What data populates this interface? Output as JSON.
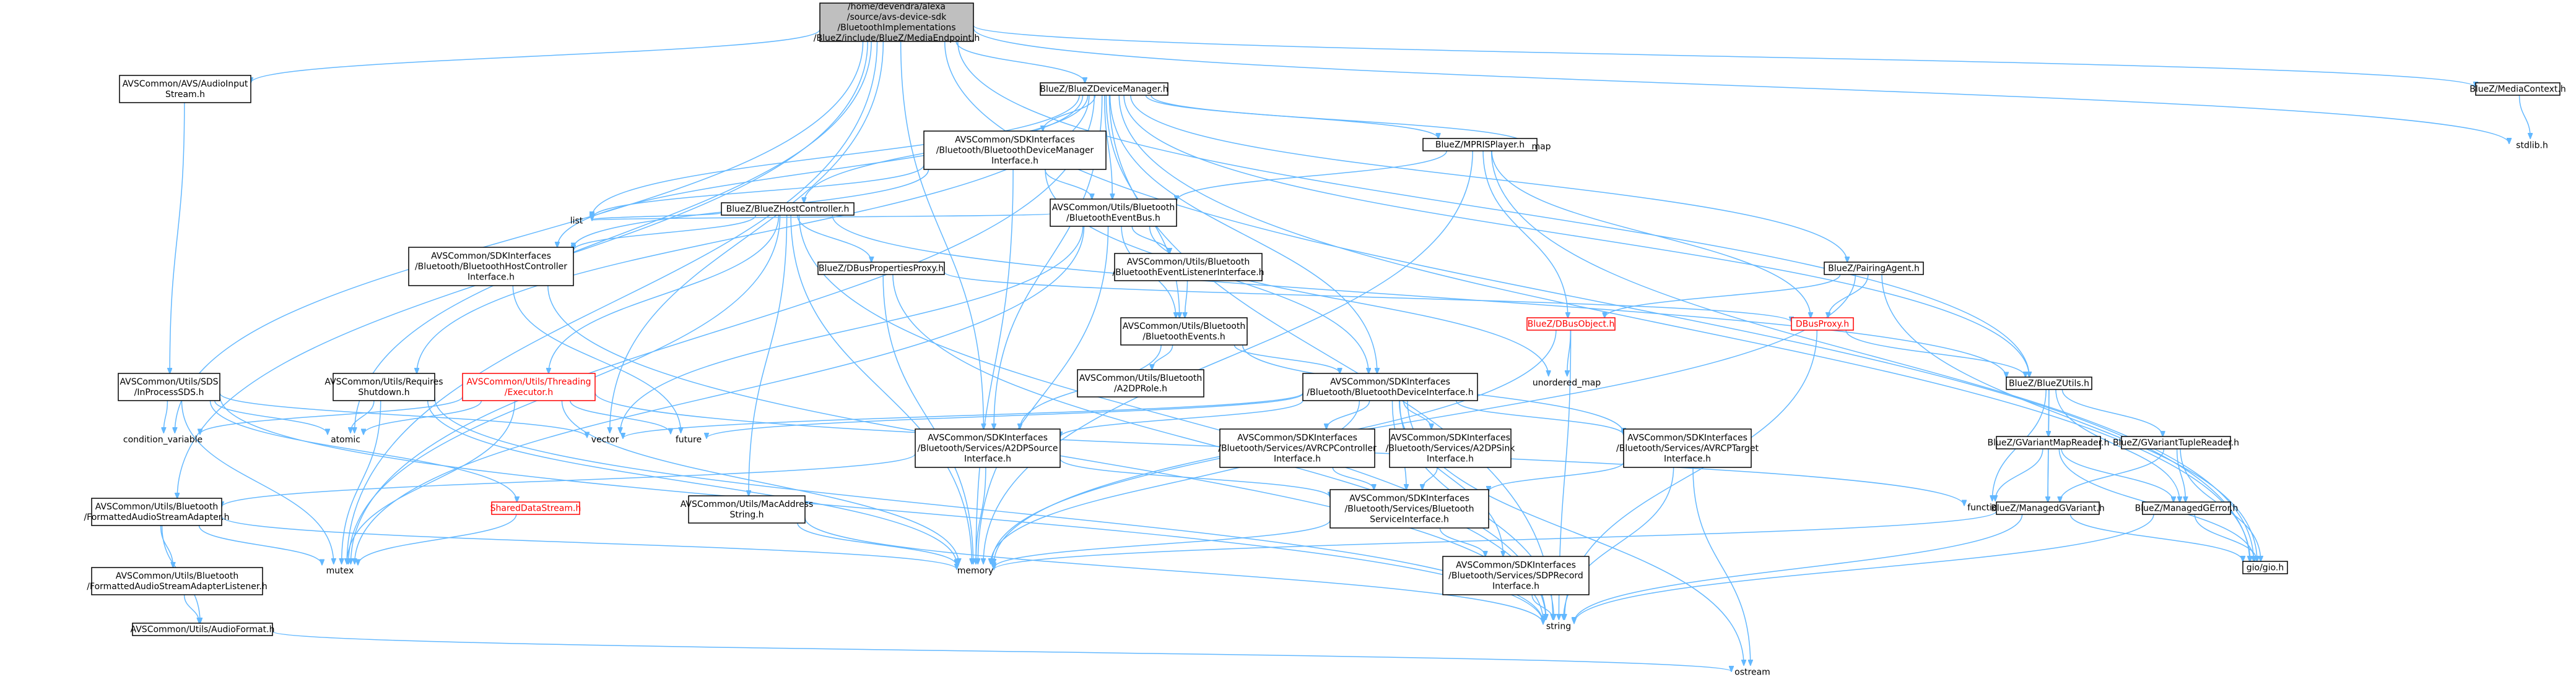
{
  "diagram_title": "",
  "nodes": [
    {
      "id": "root",
      "style": "root",
      "lines": [
        "/home/devendra/alexa",
        "/source/avs-device-sdk",
        "/BluetoothImplementations",
        "/BlueZ/include/BlueZ/MediaEndpoint.h"
      ]
    },
    {
      "id": "audioinput",
      "style": "plain",
      "lines": [
        "AVSCommon/AVS/AudioInput",
        "Stream.h"
      ]
    },
    {
      "id": "devmgr",
      "style": "plain",
      "lines": [
        "BlueZ/BlueZDeviceManager.h"
      ]
    },
    {
      "id": "mediactx",
      "style": "plain",
      "lines": [
        "BlueZ/MediaContext.h"
      ]
    },
    {
      "id": "stdlib",
      "style": "bare",
      "lines": [
        "stdlib.h"
      ]
    },
    {
      "id": "btdevmgr",
      "style": "plain",
      "lines": [
        "AVSCommon/SDKInterfaces",
        "/Bluetooth/BluetoothDeviceManager",
        "Interface.h"
      ]
    },
    {
      "id": "mpris",
      "style": "plain",
      "lines": [
        "BlueZ/MPRISPlayer.h"
      ]
    },
    {
      "id": "map",
      "style": "bare",
      "lines": [
        "map"
      ]
    },
    {
      "id": "hostctrl",
      "style": "plain",
      "lines": [
        "BlueZ/BlueZHostController.h"
      ]
    },
    {
      "id": "eventbus",
      "style": "plain",
      "lines": [
        "AVSCommon/Utils/Bluetooth",
        "/BluetoothEventBus.h"
      ]
    },
    {
      "id": "sdkhost",
      "style": "plain",
      "lines": [
        "AVSCommon/SDKInterfaces",
        "/Bluetooth/BluetoothHostController",
        "Interface.h"
      ]
    },
    {
      "id": "list",
      "style": "bare",
      "lines": [
        "list"
      ]
    },
    {
      "id": "dbusprop",
      "style": "plain",
      "lines": [
        "BlueZ/DBusPropertiesProxy.h"
      ]
    },
    {
      "id": "evlistener",
      "style": "plain",
      "lines": [
        "AVSCommon/Utils/Bluetooth",
        "/BluetoothEventListenerInterface.h"
      ]
    },
    {
      "id": "pairing",
      "style": "plain",
      "lines": [
        "BlueZ/PairingAgent.h"
      ]
    },
    {
      "id": "btevents",
      "style": "plain",
      "lines": [
        "AVSCommon/Utils/Bluetooth",
        "/BluetoothEvents.h"
      ]
    },
    {
      "id": "dbusobj",
      "style": "red",
      "lines": [
        "BlueZ/DBusObject.h"
      ]
    },
    {
      "id": "dbusproxy",
      "style": "red",
      "lines": [
        "DBusProxy.h"
      ]
    },
    {
      "id": "sds",
      "style": "plain",
      "lines": [
        "AVSCommon/Utils/SDS",
        "/InProcessSDS.h"
      ]
    },
    {
      "id": "reqshut",
      "style": "plain",
      "lines": [
        "AVSCommon/Utils/Requires",
        "Shutdown.h"
      ]
    },
    {
      "id": "executor",
      "style": "red",
      "lines": [
        "AVSCommon/Utils/Threading",
        "/Executor.h"
      ]
    },
    {
      "id": "a2dprole",
      "style": "plain",
      "lines": [
        "AVSCommon/Utils/Bluetooth",
        "/A2DPRole.h"
      ]
    },
    {
      "id": "btdevif",
      "style": "plain",
      "lines": [
        "AVSCommon/SDKInterfaces",
        "/Bluetooth/BluetoothDeviceInterface.h"
      ]
    },
    {
      "id": "unordered",
      "style": "bare",
      "lines": [
        "unordered_map"
      ]
    },
    {
      "id": "bluezutils",
      "style": "plain",
      "lines": [
        "BlueZ/BlueZUtils.h"
      ]
    },
    {
      "id": "condvar",
      "style": "bare",
      "lines": [
        "condition_variable"
      ]
    },
    {
      "id": "atomic",
      "style": "bare",
      "lines": [
        "atomic"
      ]
    },
    {
      "id": "vector",
      "style": "bare",
      "lines": [
        "vector"
      ]
    },
    {
      "id": "future",
      "style": "bare",
      "lines": [
        "future"
      ]
    },
    {
      "id": "a2dpsrc",
      "style": "plain",
      "lines": [
        "AVSCommon/SDKInterfaces",
        "/Bluetooth/Services/A2DPSource",
        "Interface.h"
      ]
    },
    {
      "id": "avrcpctl",
      "style": "plain",
      "lines": [
        "AVSCommon/SDKInterfaces",
        "/Bluetooth/Services/AVRCPController",
        "Interface.h"
      ]
    },
    {
      "id": "a2dpsink",
      "style": "plain",
      "lines": [
        "AVSCommon/SDKInterfaces",
        "/Bluetooth/Services/A2DPSink",
        "Interface.h"
      ]
    },
    {
      "id": "avrcptgt",
      "style": "plain",
      "lines": [
        "AVSCommon/SDKInterfaces",
        "/Bluetooth/Services/AVRCPTarget",
        "Interface.h"
      ]
    },
    {
      "id": "gvmap",
      "style": "plain",
      "lines": [
        "BlueZ/GVariantMapReader.h"
      ]
    },
    {
      "id": "gvtuple",
      "style": "plain",
      "lines": [
        "BlueZ/GVariantTupleReader.h"
      ]
    },
    {
      "id": "functional",
      "style": "bare",
      "lines": [
        "functional"
      ]
    },
    {
      "id": "fmtadapter",
      "style": "plain",
      "lines": [
        "AVSCommon/Utils/Bluetooth",
        "/FormattedAudioStreamAdapter.h"
      ]
    },
    {
      "id": "shared",
      "style": "red",
      "lines": [
        "SharedDataStream.h"
      ]
    },
    {
      "id": "macaddr",
      "style": "plain",
      "lines": [
        "AVSCommon/Utils/MacAddress",
        "String.h"
      ]
    },
    {
      "id": "svcif",
      "style": "plain",
      "lines": [
        "AVSCommon/SDKInterfaces",
        "/Bluetooth/Services/Bluetooth",
        "ServiceInterface.h"
      ]
    },
    {
      "id": "gvariant",
      "style": "plain",
      "lines": [
        "BlueZ/ManagedGVariant.h"
      ]
    },
    {
      "id": "gerror",
      "style": "plain",
      "lines": [
        "BlueZ/ManagedGError.h"
      ]
    },
    {
      "id": "mutex",
      "style": "bare",
      "lines": [
        "mutex"
      ]
    },
    {
      "id": "memory",
      "style": "bare",
      "lines": [
        "memory"
      ]
    },
    {
      "id": "giogio",
      "style": "plain",
      "lines": [
        "gio/gio.h"
      ]
    },
    {
      "id": "fmtlistener",
      "style": "plain",
      "lines": [
        "AVSCommon/Utils/Bluetooth",
        "/FormattedAudioStreamAdapterListener.h"
      ]
    },
    {
      "id": "sdp",
      "style": "plain",
      "lines": [
        "AVSCommon/SDKInterfaces",
        "/Bluetooth/Services/SDPRecord",
        "Interface.h"
      ]
    },
    {
      "id": "audiofmt",
      "style": "plain",
      "lines": [
        "AVSCommon/Utils/AudioFormat.h"
      ]
    },
    {
      "id": "string",
      "style": "bare",
      "lines": [
        "string"
      ]
    },
    {
      "id": "ostream",
      "style": "bare",
      "lines": [
        "ostream"
      ]
    }
  ],
  "edges": [
    [
      "root",
      "audioinput"
    ],
    [
      "root",
      "devmgr"
    ],
    [
      "root",
      "mediactx"
    ],
    [
      "root",
      "stdlib"
    ],
    [
      "root",
      "fmtadapter"
    ],
    [
      "root",
      "condvar"
    ],
    [
      "root",
      "atomic"
    ],
    [
      "root",
      "vector"
    ],
    [
      "root",
      "a2dpsrc"
    ],
    [
      "root",
      "giogio"
    ],
    [
      "root",
      "bluezutils"
    ],
    [
      "root",
      "mutex"
    ],
    [
      "audioinput",
      "sds"
    ],
    [
      "mediactx",
      "stdlib"
    ],
    [
      "devmgr",
      "btdevmgr"
    ],
    [
      "devmgr",
      "mpris"
    ],
    [
      "devmgr",
      "map"
    ],
    [
      "devmgr",
      "hostctrl"
    ],
    [
      "devmgr",
      "eventbus"
    ],
    [
      "devmgr",
      "sdkhost"
    ],
    [
      "devmgr",
      "list"
    ],
    [
      "devmgr",
      "reqshut"
    ],
    [
      "devmgr",
      "pairing"
    ],
    [
      "devmgr",
      "btevents"
    ],
    [
      "devmgr",
      "btdevif"
    ],
    [
      "devmgr",
      "a2dpsrc"
    ],
    [
      "devmgr",
      "bluezutils"
    ],
    [
      "devmgr",
      "giogio"
    ],
    [
      "devmgr",
      "mutex"
    ],
    [
      "devmgr",
      "string"
    ],
    [
      "btdevmgr",
      "eventbus"
    ],
    [
      "btdevmgr",
      "sdkhost"
    ],
    [
      "btdevmgr",
      "list"
    ],
    [
      "btdevmgr",
      "btdevif"
    ],
    [
      "btdevmgr",
      "memory"
    ],
    [
      "mpris",
      "eventbus"
    ],
    [
      "mpris",
      "dbusobj"
    ],
    [
      "mpris",
      "dbusproxy"
    ],
    [
      "mpris",
      "memory"
    ],
    [
      "mpris",
      "giogio"
    ],
    [
      "hostctrl",
      "sdkhost"
    ],
    [
      "hostctrl",
      "dbusprop"
    ],
    [
      "hostctrl",
      "executor"
    ],
    [
      "hostctrl",
      "list"
    ],
    [
      "hostctrl",
      "macaddr"
    ],
    [
      "hostctrl",
      "mutex"
    ],
    [
      "hostctrl",
      "memory"
    ],
    [
      "hostctrl",
      "string"
    ],
    [
      "hostctrl",
      "bluezutils"
    ],
    [
      "eventbus",
      "evlistener"
    ],
    [
      "eventbus",
      "btevents"
    ],
    [
      "eventbus",
      "list"
    ],
    [
      "eventbus",
      "vector"
    ],
    [
      "eventbus",
      "mutex"
    ],
    [
      "eventbus",
      "memory"
    ],
    [
      "eventbus",
      "unordered"
    ],
    [
      "sdkhost",
      "future"
    ],
    [
      "sdkhost",
      "string"
    ],
    [
      "dbusprop",
      "dbusproxy"
    ],
    [
      "dbusprop",
      "memory"
    ],
    [
      "dbusprop",
      "string"
    ],
    [
      "evlistener",
      "btevents"
    ],
    [
      "pairing",
      "dbusobj"
    ],
    [
      "pairing",
      "dbusproxy"
    ],
    [
      "pairing",
      "memory"
    ],
    [
      "pairing",
      "giogio"
    ],
    [
      "btevents",
      "a2dprole"
    ],
    [
      "btevents",
      "btdevif"
    ],
    [
      "btevents",
      "a2dpsrc"
    ],
    [
      "btevents",
      "avrcptgt"
    ],
    [
      "dbusobj",
      "unordered"
    ],
    [
      "dbusobj",
      "memory"
    ],
    [
      "dbusobj",
      "string"
    ],
    [
      "dbusproxy",
      "bluezutils"
    ],
    [
      "dbusproxy",
      "string"
    ],
    [
      "sds",
      "condvar"
    ],
    [
      "sds",
      "atomic"
    ],
    [
      "sds",
      "vector"
    ],
    [
      "sds",
      "shared"
    ],
    [
      "sds",
      "mutex"
    ],
    [
      "sds",
      "string"
    ],
    [
      "reqshut",
      "atomic"
    ],
    [
      "reqshut",
      "mutex"
    ],
    [
      "reqshut",
      "memory"
    ],
    [
      "reqshut",
      "string"
    ],
    [
      "executor",
      "condvar"
    ],
    [
      "executor",
      "atomic"
    ],
    [
      "executor",
      "future"
    ],
    [
      "executor",
      "mutex"
    ],
    [
      "executor",
      "memory"
    ],
    [
      "executor",
      "functional"
    ],
    [
      "btdevif",
      "vector"
    ],
    [
      "btdevif",
      "future"
    ],
    [
      "btdevif",
      "a2dpsrc"
    ],
    [
      "btdevif",
      "avrcpctl"
    ],
    [
      "btdevif",
      "a2dpsink"
    ],
    [
      "btdevif",
      "avrcptgt"
    ],
    [
      "btdevif",
      "svcif"
    ],
    [
      "btdevif",
      "sdp"
    ],
    [
      "btdevif",
      "memory"
    ],
    [
      "btdevif",
      "string"
    ],
    [
      "btdevif",
      "ostream"
    ],
    [
      "bluezutils",
      "gvmap"
    ],
    [
      "bluezutils",
      "gvtuple"
    ],
    [
      "bluezutils",
      "gvariant"
    ],
    [
      "bluezutils",
      "gerror"
    ],
    [
      "bluezutils",
      "functional"
    ],
    [
      "a2dpsrc",
      "fmtadapter"
    ],
    [
      "a2dpsrc",
      "svcif"
    ],
    [
      "a2dpsrc",
      "memory"
    ],
    [
      "avrcpctl",
      "svcif"
    ],
    [
      "a2dpsink",
      "svcif"
    ],
    [
      "avrcptgt",
      "svcif"
    ],
    [
      "avrcptgt",
      "ostream"
    ],
    [
      "avrcptgt",
      "string"
    ],
    [
      "gvmap",
      "gvariant"
    ],
    [
      "gvmap",
      "gerror"
    ],
    [
      "gvmap",
      "functional"
    ],
    [
      "gvmap",
      "giogio"
    ],
    [
      "gvtuple",
      "gvariant"
    ],
    [
      "gvtuple",
      "gerror"
    ],
    [
      "gvtuple",
      "giogio"
    ],
    [
      "fmtadapter",
      "fmtlistener"
    ],
    [
      "fmtadapter",
      "audiofmt"
    ],
    [
      "fmtadapter",
      "mutex"
    ],
    [
      "fmtadapter",
      "memory"
    ],
    [
      "fmtlistener",
      "audiofmt"
    ],
    [
      "audiofmt",
      "ostream"
    ],
    [
      "macaddr",
      "memory"
    ],
    [
      "macaddr",
      "string"
    ],
    [
      "svcif",
      "sdp"
    ],
    [
      "svcif",
      "memory"
    ],
    [
      "sdp",
      "string"
    ],
    [
      "gvariant",
      "memory"
    ],
    [
      "gvariant",
      "string"
    ],
    [
      "gvariant",
      "giogio"
    ],
    [
      "gerror",
      "string"
    ],
    [
      "gerror",
      "giogio"
    ],
    [
      "shared",
      "mutex"
    ]
  ]
}
